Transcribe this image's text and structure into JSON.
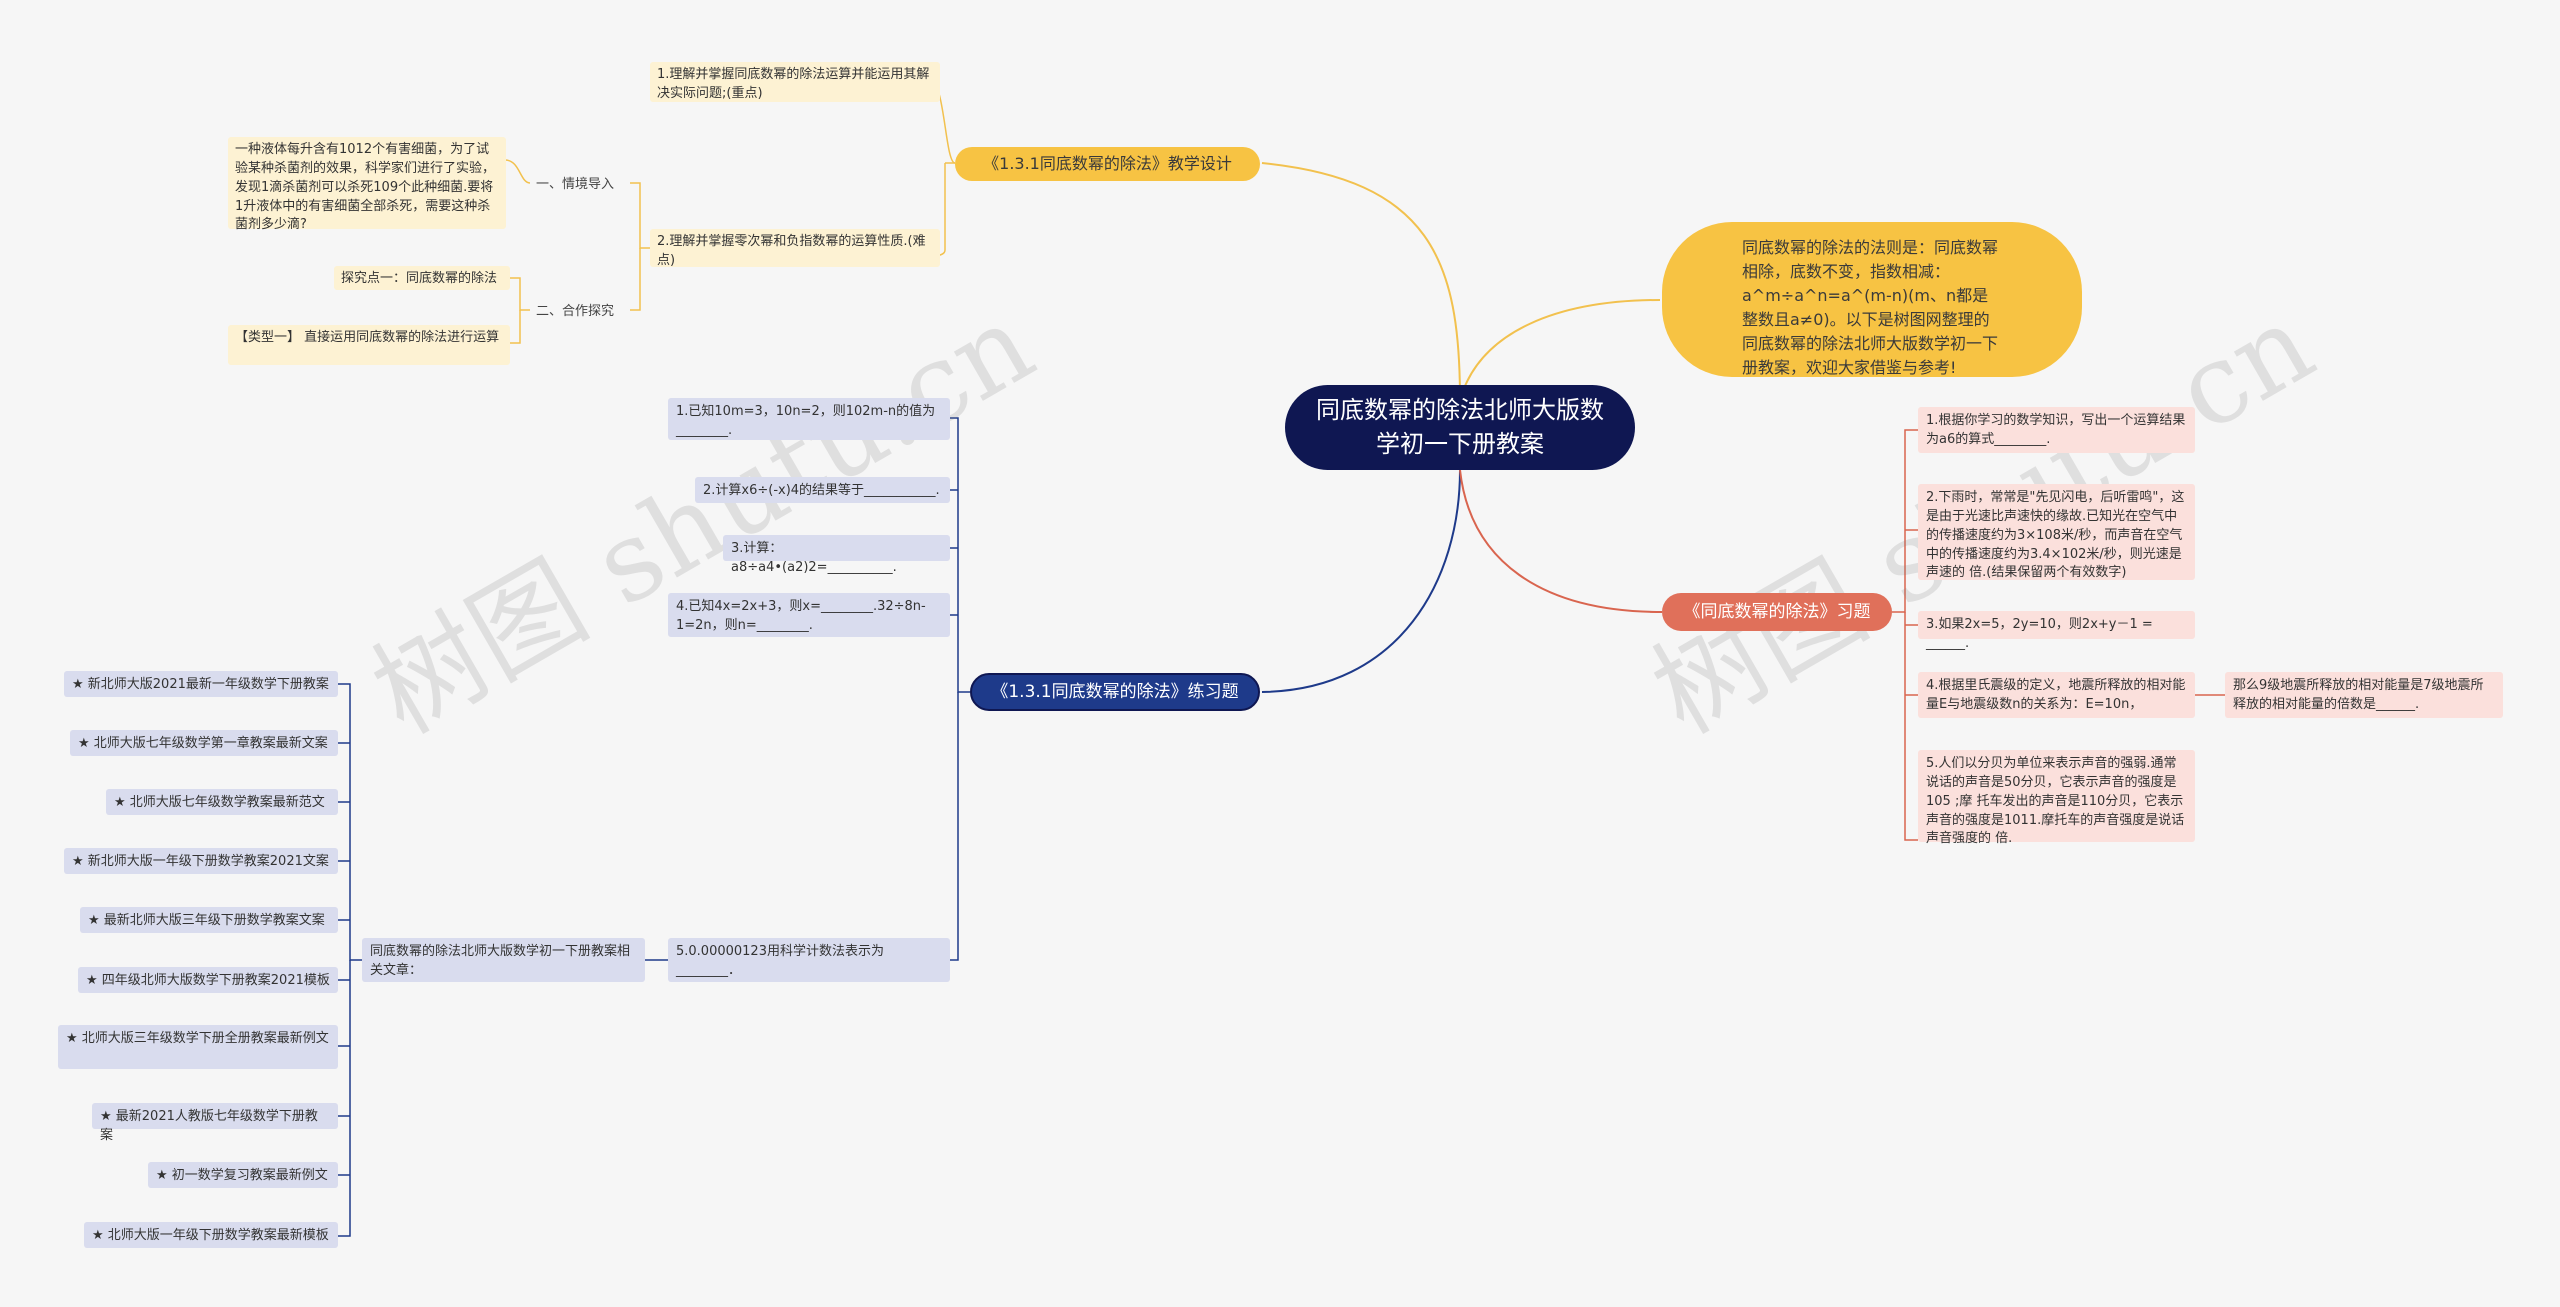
{
  "root": {
    "title": "同底数幂的除法北师大版数学初一下册教案"
  },
  "summary": {
    "text": "同底数幂的除法的法则是：同底数幂相除，底数不变，指数相减： a^m÷a^n=a^(m-n)(m、n都是整数且a≠0)。以下是树图网整理的同底数幂的除法北师大版数学初一下册教案，欢迎大家借鉴与参考!"
  },
  "design": {
    "label": "《1.3.1同底数幂的除法》教学设计",
    "goal1": "1.理解并掌握同底数幂的除法运算并能运用其解决实际问题;(重点)",
    "goal2": "2.理解并掌握零次幂和负指数幂的运算性质.(难点)",
    "step1_label": "一、情境导入",
    "step1_text": "一种液体每升含有1012个有害细菌，为了试验某种杀菌剂的效果，科学家们进行了实验，发现1滴杀菌剂可以杀死109个此种细菌.要将1升液体中的有害细菌全部杀死，需要这种杀菌剂多少滴?",
    "step2_label": "二、合作探究",
    "step2_a": "探究点一：同底数幂的除法",
    "step2_b": "【类型一】 直接运用同底数幂的除法进行运算"
  },
  "practice": {
    "label": "《1.3.1同底数幂的除法》练习题",
    "q1": "1.已知10m=3，10n=2，则102m-n的值为________.",
    "q2": "2.计算x6÷(-x)4的结果等于___________.",
    "q3": "3.计算：a8÷a4•(a2)2=__________.",
    "q4": "4.已知4x=2x+3，则x=________.32÷8n-1=2n，则n=________.",
    "q5": "5.0.00000123用科学计数法表示为________．",
    "related_label": "同底数幂的除法北师大版数学初一下册教案相关文章：",
    "related": [
      "★ 新北师大版2021最新一年级数学下册教案",
      "★ 北师大版七年级数学第一章教案最新文案",
      "★ 北师大版七年级数学教案最新范文",
      "★ 新北师大版一年级下册数学教案2021文案",
      "★ 最新北师大版三年级下册数学教案文案",
      "★ 四年级北师大版数学下册教案2021模板",
      "★ 北师大版三年级数学下册全册教案最新例文",
      "★ 最新2021人教版七年级数学下册教案",
      "★ 初一数学复习教案最新例文",
      "★ 北师大版一年级下册数学教案最新模板"
    ]
  },
  "exercise": {
    "label": "《同底数幂的除法》习题",
    "e1": "1.根据你学习的数学知识，写出一个运算结果为a6的算式________.",
    "e2": "2.下雨时，常常是\"先见闪电，后听雷鸣\"，这是由于光速比声速快的缘故.已知光在空气中的传播速度约为3×108米/秒，而声音在空气中的传播速度约为3.4×102米/秒，则光速是声速的 倍.(结果保留两个有效数字)",
    "e3": "3.如果2x=5，2y=10，则2x+y－1 = ______.",
    "e4": "4.根据里氏震级的定义，地震所释放的相对能量E与地震级数n的关系为：E=10n，",
    "e4_sub": "那么9级地震所释放的相对能量是7级地震所释放的相对能量的倍数是______.",
    "e5": "5.人们以分贝为单位来表示声音的强弱.通常说话的声音是50分贝，它表示声音的强度是105 ;摩 托车发出的声音是110分贝，它表示声音的强度是1011.摩托车的声音强度是说话声音强度的 倍."
  },
  "watermark": "树图 shutu.cn",
  "colors": {
    "root": "#0f1752",
    "yellow": "#f7c343",
    "blue": "#1e3a8a",
    "red": "#e0705a"
  }
}
